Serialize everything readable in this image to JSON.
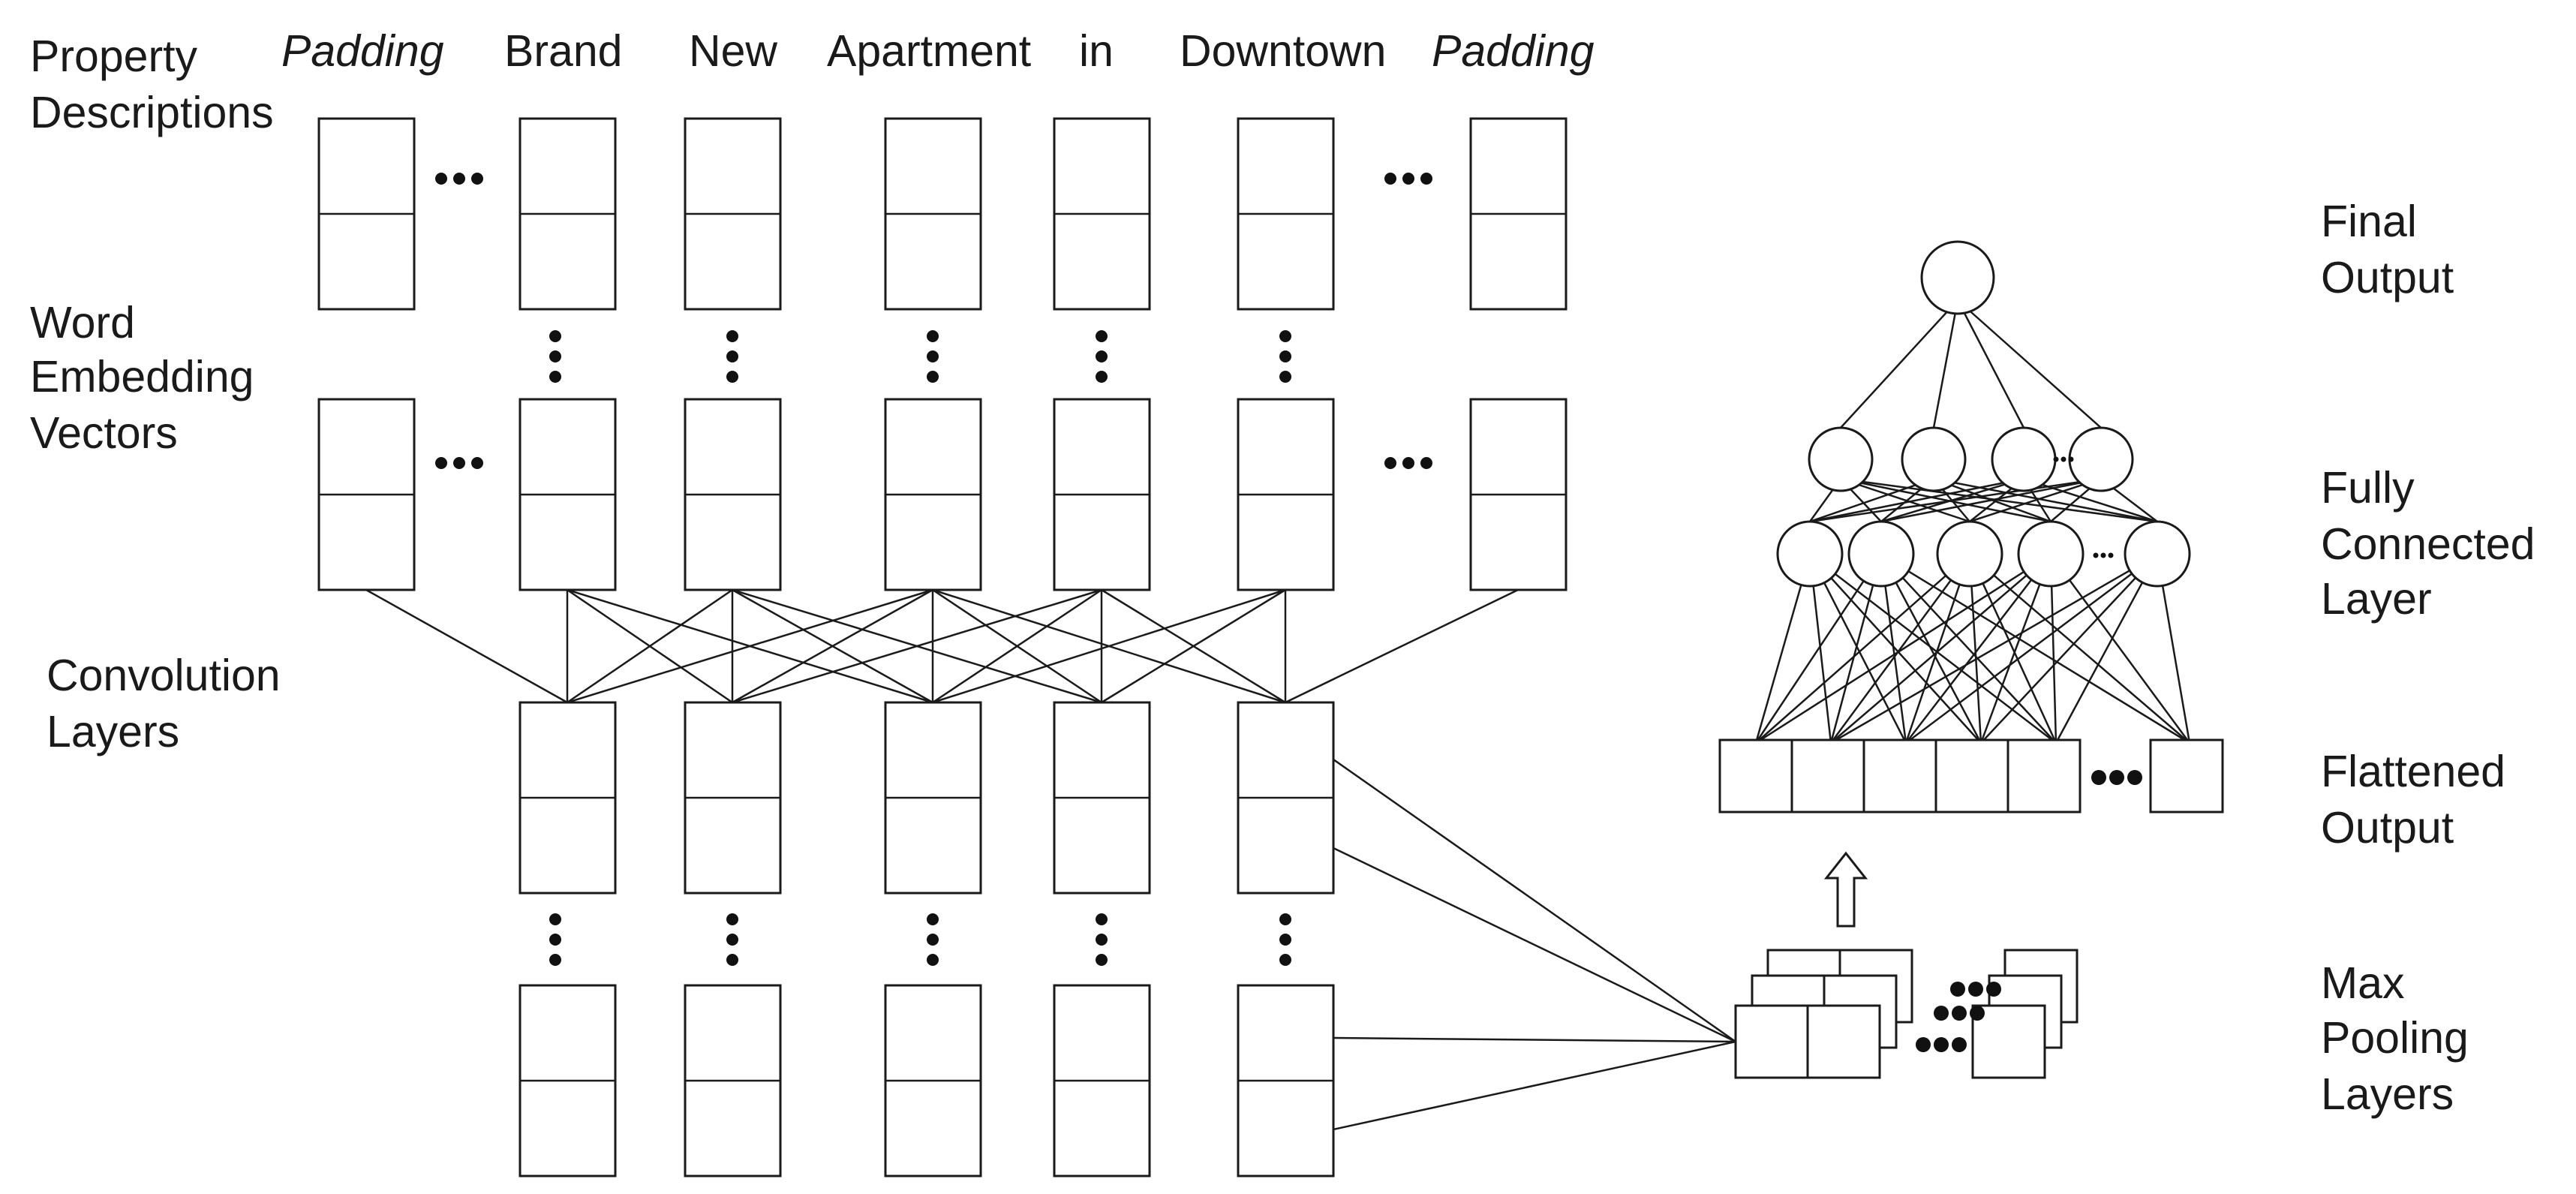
{
  "words": [
    "Padding",
    "Brand",
    "New",
    "Apartment",
    "in",
    "Downtown",
    "Padding"
  ],
  "labels": {
    "property": [
      "Property",
      "Descriptions"
    ],
    "embedding": [
      "Word",
      "Embedding",
      "Vectors"
    ],
    "convolution": [
      "Convolution",
      "Layers"
    ],
    "final": [
      "Final",
      "Output"
    ],
    "fc": [
      "Fully",
      "Connected",
      "Layer"
    ],
    "flattened": [
      "Flattened",
      "Output"
    ],
    "maxpool": [
      "Max",
      "Pooling",
      "Layers"
    ]
  },
  "colors": {
    "stroke": "#1a1a1a",
    "fill": "#ffffff"
  }
}
